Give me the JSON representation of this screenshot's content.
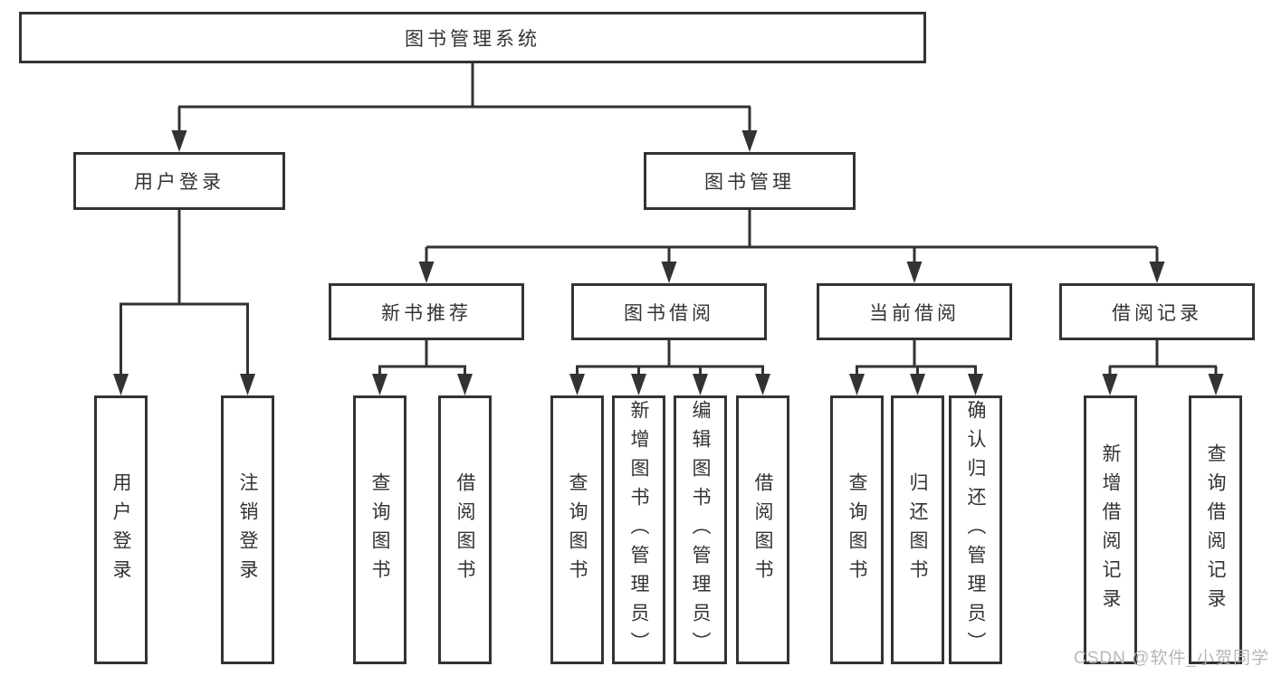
{
  "tree": {
    "root": "图书管理系统",
    "branches": [
      {
        "label": "用户登录",
        "children": [
          "用户登录",
          "注销登录"
        ]
      },
      {
        "label": "图书管理",
        "groups": [
          {
            "label": "新书推荐",
            "children": [
              "查询图书",
              "借阅图书"
            ]
          },
          {
            "label": "图书借阅",
            "children": [
              "查询图书",
              "新增图书（管理员）",
              "编辑图书（管理员）",
              "借阅图书"
            ]
          },
          {
            "label": "当前借阅",
            "children": [
              "查询图书",
              "归还图书",
              "确认归还（管理员）"
            ]
          },
          {
            "label": "借阅记录",
            "children": [
              "新增借阅记录",
              "查询借阅记录"
            ]
          }
        ]
      }
    ]
  },
  "watermark": "CSDN @软件_小贺同学",
  "colors": {
    "line": "#333333",
    "box_border": "#333333",
    "text": "#333333",
    "watermark": "#b7b7b7",
    "background": "#ffffff"
  }
}
